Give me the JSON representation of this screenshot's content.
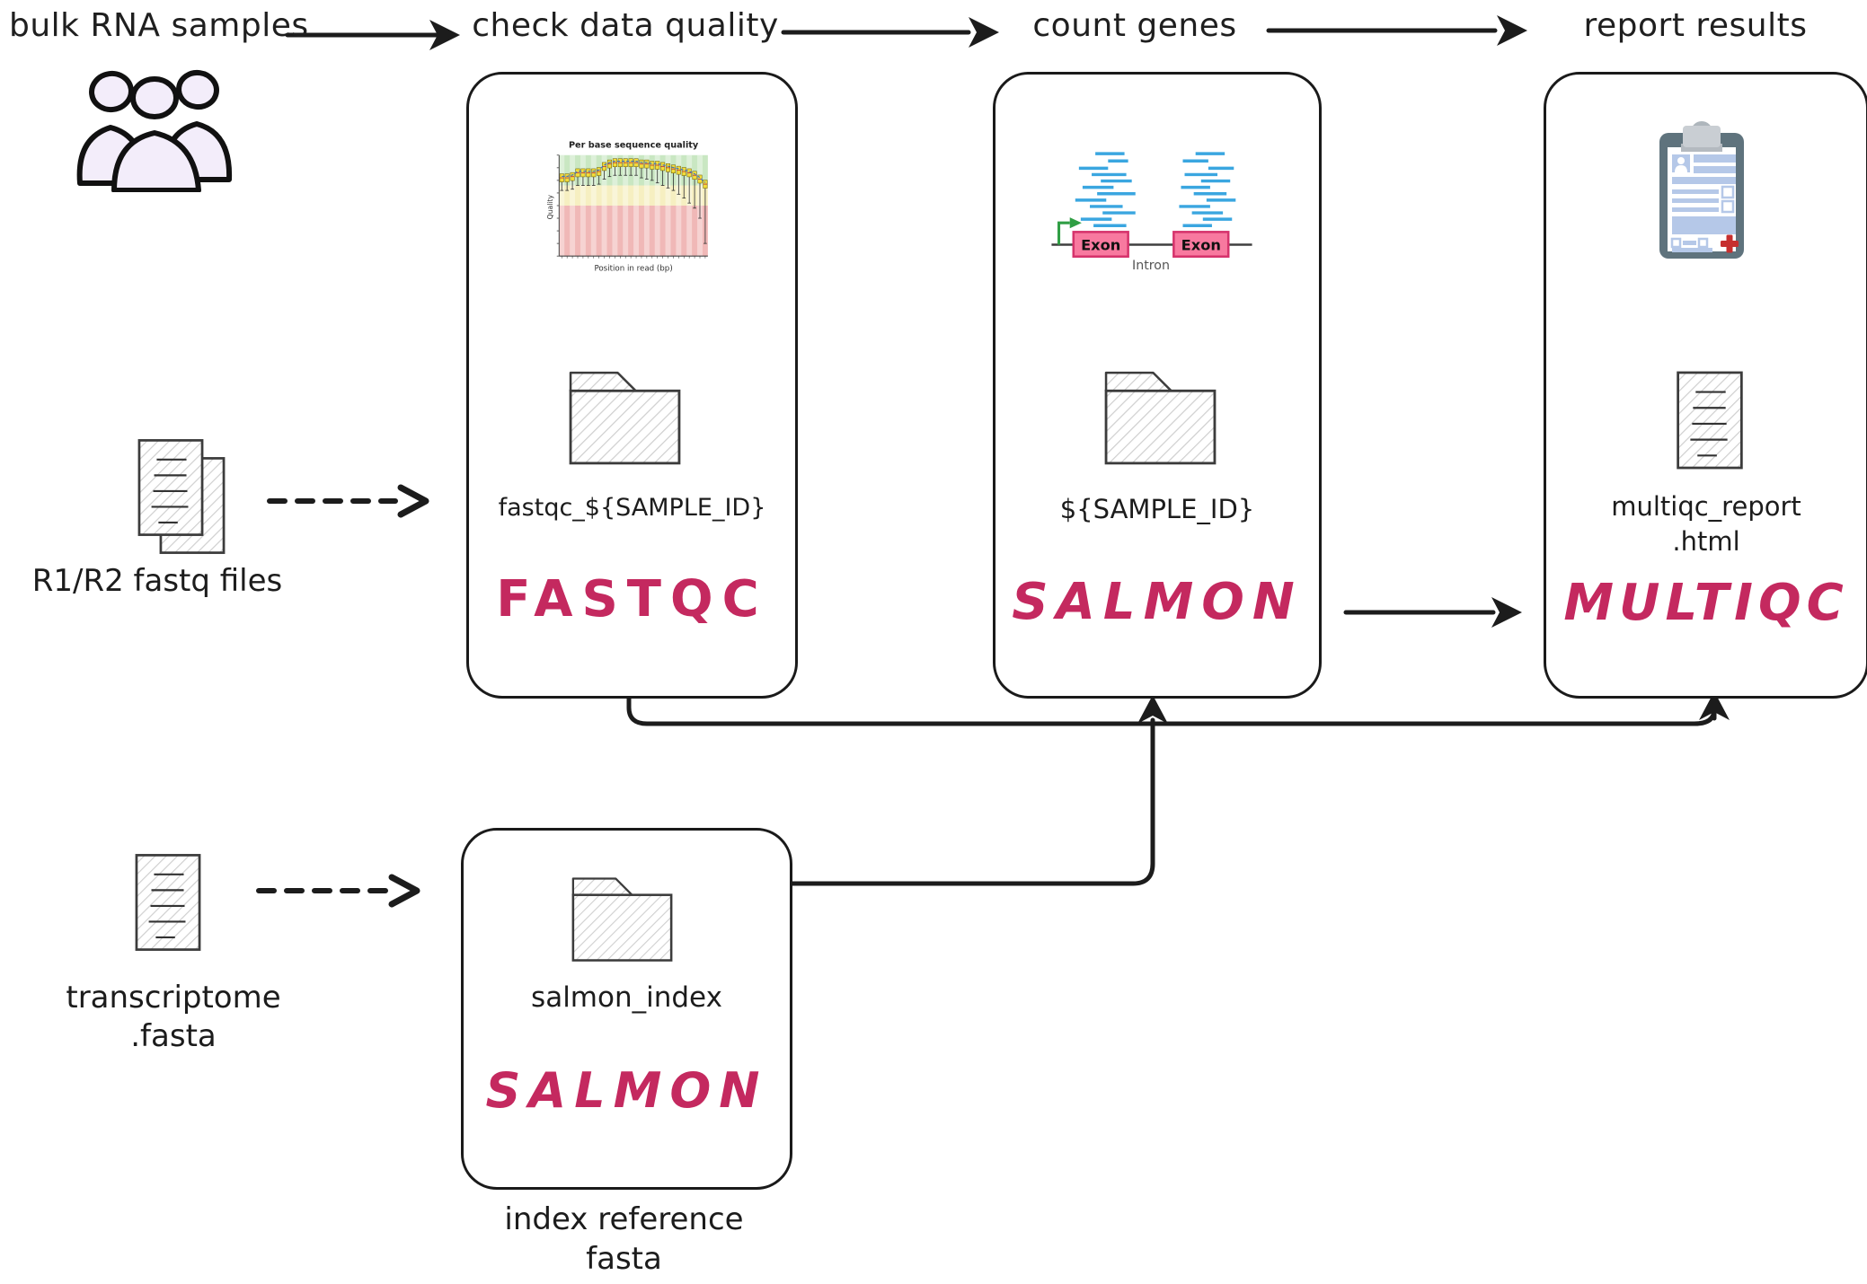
{
  "colors": {
    "accent": "#c4295f",
    "ink": "#1c1c1c",
    "people_fill": "#f3edfa",
    "read_blue": "#3aa6e0",
    "exon_fill": "#f8799f",
    "exon_border": "#d6336c",
    "promoter_green": "#2f9e44",
    "clipboard_slate": "#5f737d",
    "clip_metal": "#c9ced3",
    "doc_blue": "#b5c8e8",
    "doc_person": "#5b82c4",
    "cross_red": "#c62f2f",
    "hatch": "#cfcfcf",
    "icon_stroke": "#3c3c3c"
  },
  "stages": [
    {
      "label": "bulk RNA samples"
    },
    {
      "label": "check data quality"
    },
    {
      "label": "count genes"
    },
    {
      "label": "report results"
    }
  ],
  "inputs": {
    "fastq_files": {
      "label": "R1/R2 fastq files"
    },
    "transcriptome": {
      "line1": "transcriptome",
      "line2": ".fasta"
    }
  },
  "nodes": {
    "fastqc": {
      "output_dir": "fastqc_${SAMPLE_ID}",
      "tool": "FASTQC"
    },
    "salmon_quant": {
      "output_dir": "${SAMPLE_ID}",
      "tool": "SALMON"
    },
    "multiqc": {
      "output_line1": "multiqc_report",
      "output_line2": ".html",
      "tool": "MULTIQC"
    },
    "salmon_index": {
      "output_dir": "salmon_index",
      "tool": "SALMON",
      "caption_line1": "index reference",
      "caption_line2": "fasta"
    }
  },
  "gene_model": {
    "exon_left": "Exon",
    "exon_right": "Exon",
    "intron": "Intron"
  },
  "fastqc_chart": {
    "type": "boxplot",
    "title": "Per base sequence quality",
    "xlabel": "Position in read (bp)",
    "ylabel": "Quality",
    "ylim": [
      0,
      40
    ],
    "bands": {
      "green": [
        28,
        40
      ],
      "yellow": [
        20,
        28
      ],
      "red": [
        0,
        20
      ]
    },
    "medians": [
      31,
      31,
      31.5,
      33,
      33,
      33,
      33,
      33.5,
      35.5,
      36.5,
      37,
      37,
      37,
      37,
      37,
      36.5,
      36.5,
      36,
      36,
      35.5,
      35,
      34.5,
      34,
      33.5,
      33,
      32,
      30.5,
      28.5
    ],
    "whisker_low": [
      26,
      26,
      26.5,
      28,
      28,
      28,
      28,
      28.5,
      30.5,
      31.5,
      32,
      32,
      32,
      32,
      32,
      31,
      30.5,
      30,
      29,
      28,
      27,
      26,
      24.5,
      23,
      21,
      19,
      15,
      5
    ]
  }
}
